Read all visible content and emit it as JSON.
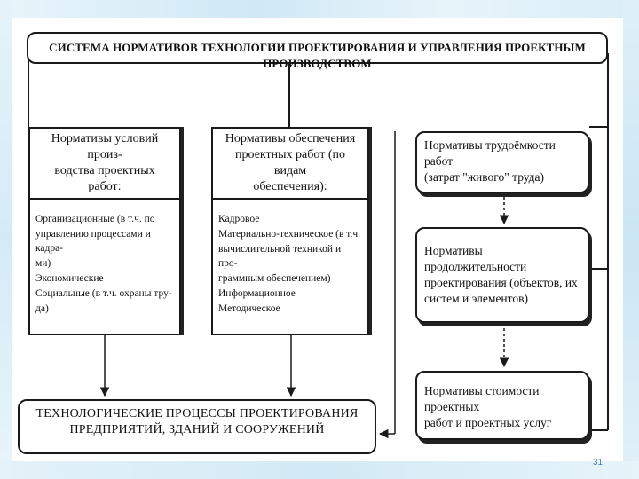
{
  "diagram": {
    "title": "СИСТЕМА НОРМАТИВОВ ТЕХНОЛОГИИ ПРОЕКТИРОВАНИЯ И УПРАВЛЕНИЯ ПРОЕКТНЫМ ПРОИЗВОДСТВОМ",
    "left_box": {
      "heading_line1": "Нормативы условий произ-",
      "heading_line2": "водства проектных работ:",
      "items": [
        "Организационные (в т.ч. по",
        "управлению процессами и кадра-",
        "ми)",
        "Экономические",
        "Социальные (в т.ч. охраны тру-",
        "да)"
      ]
    },
    "middle_box": {
      "heading_line1": "Нормативы обеспечения",
      "heading_line2": "проектных работ (по видам",
      "heading_line3": "обеспечения):",
      "items": [
        "Кадровое",
        "Материально-техническое (в т.ч.",
        "вычислительной техникой и про-",
        "граммным обеспечением)",
        "Информационное",
        "Методическое"
      ]
    },
    "right_boxes": [
      {
        "line1": "Нормативы трудоёмкости работ",
        "line2": "(затрат \"живого\" труда)"
      },
      {
        "line1": "Нормативы продолжительности",
        "line2": "проектирования (объектов, их",
        "line3": "систем и элементов)"
      },
      {
        "line1": "Нормативы стоимости проектных",
        "line2": "работ и проектных услуг"
      }
    ],
    "bottom_box": {
      "line1": "ТЕХНОЛОГИЧЕСКИЕ ПРОЦЕССЫ ПРОЕКТИРОВАНИЯ",
      "line2": "ПРЕДПРИЯТИЙ, ЗДАНИЙ И СООРУЖЕНИЙ"
    }
  },
  "slide": {
    "page_number": "31"
  }
}
